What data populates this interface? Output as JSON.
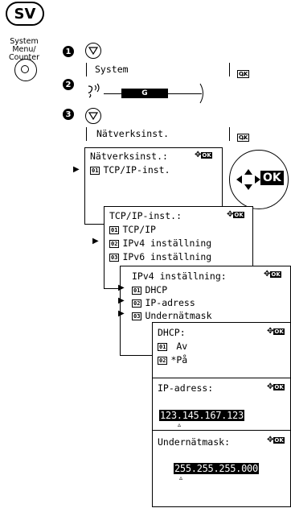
{
  "header": {
    "sv_label": "SV"
  },
  "system_menu": {
    "label_line1": "System Menu/",
    "label_line2": "Counter"
  },
  "steps": [
    {
      "number": "1",
      "screen_text": "System"
    },
    {
      "number": "2",
      "cursor_label": "G"
    },
    {
      "number": "3",
      "screen_text": "Nätverksinst."
    }
  ],
  "ok_label": "OK",
  "screens": {
    "natverksinst": {
      "title": "Nätverksinst.:",
      "items": [
        {
          "num": "01",
          "label": "TCP/IP-inst."
        }
      ]
    },
    "tcpip": {
      "title": "TCP/IP-inst.:",
      "items": [
        {
          "num": "01",
          "label": "TCP/IP"
        },
        {
          "num": "02",
          "label": "IPv4 inställning"
        },
        {
          "num": "03",
          "label": "IPv6 inställning"
        }
      ]
    },
    "ipv4": {
      "title": "IPv4 inställning:",
      "items": [
        {
          "num": "01",
          "label": "DHCP"
        },
        {
          "num": "02",
          "label": "IP-adress"
        },
        {
          "num": "03",
          "label": "Undernätmask"
        }
      ]
    },
    "dhcp": {
      "title": "DHCP:",
      "items": [
        {
          "num": "01",
          "label": " Av"
        },
        {
          "num": "02",
          "label": "*På"
        }
      ]
    },
    "ipadress": {
      "title": "IP-adress:",
      "value": "123.145.167.123",
      "cursor": "▵"
    },
    "undernatmask": {
      "title": "Undernätmask:",
      "value": "255.255.255.000",
      "cursor": "▵"
    }
  }
}
